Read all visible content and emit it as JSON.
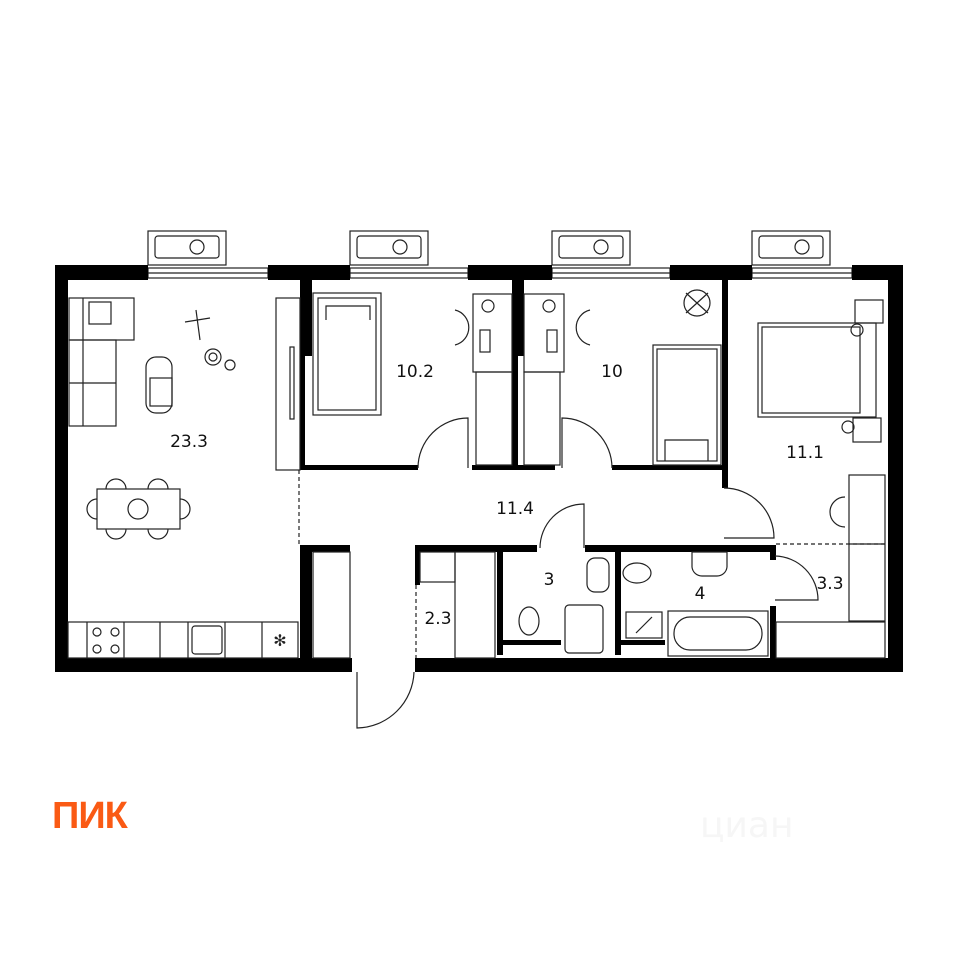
{
  "rooms": [
    {
      "name": "living-kitchen",
      "area": "23.3"
    },
    {
      "name": "bedroom-1",
      "area": "10.2"
    },
    {
      "name": "bedroom-2",
      "area": "10"
    },
    {
      "name": "bedroom-3",
      "area": "11.1"
    },
    {
      "name": "hallway",
      "area": "11.4"
    },
    {
      "name": "toilet",
      "area": "3"
    },
    {
      "name": "bathroom",
      "area": "4"
    },
    {
      "name": "closet",
      "area": "2.3"
    },
    {
      "name": "wardrobe",
      "area": "3.3"
    }
  ],
  "brand": {
    "logo": "ПИК",
    "color": "#fa5a14"
  },
  "watermark": "циан",
  "colors": {
    "walls": "#000000",
    "furniture": "#222222"
  }
}
